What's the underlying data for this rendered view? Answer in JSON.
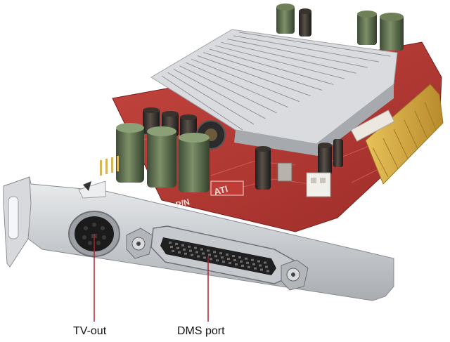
{
  "labels": {
    "tv_out": "TV-out",
    "dms_port": "DMS port"
  },
  "board_markings": {
    "polarity": "P/N",
    "brand": "ATI"
  },
  "colors": {
    "pcb": "#b83a36",
    "pcb_dark": "#8f2622",
    "bracket": "#cfd1d4",
    "heatsink": "#e6e8ea",
    "capacitor_green": "#5d7250",
    "capacitor_dark": "#3b4635",
    "gold_contacts": "#d4a93e",
    "leader_line": "#b0202a"
  },
  "icons": {
    "tv_out_connector": "svideo-port-icon",
    "dms_connector": "dms59-port-icon"
  }
}
